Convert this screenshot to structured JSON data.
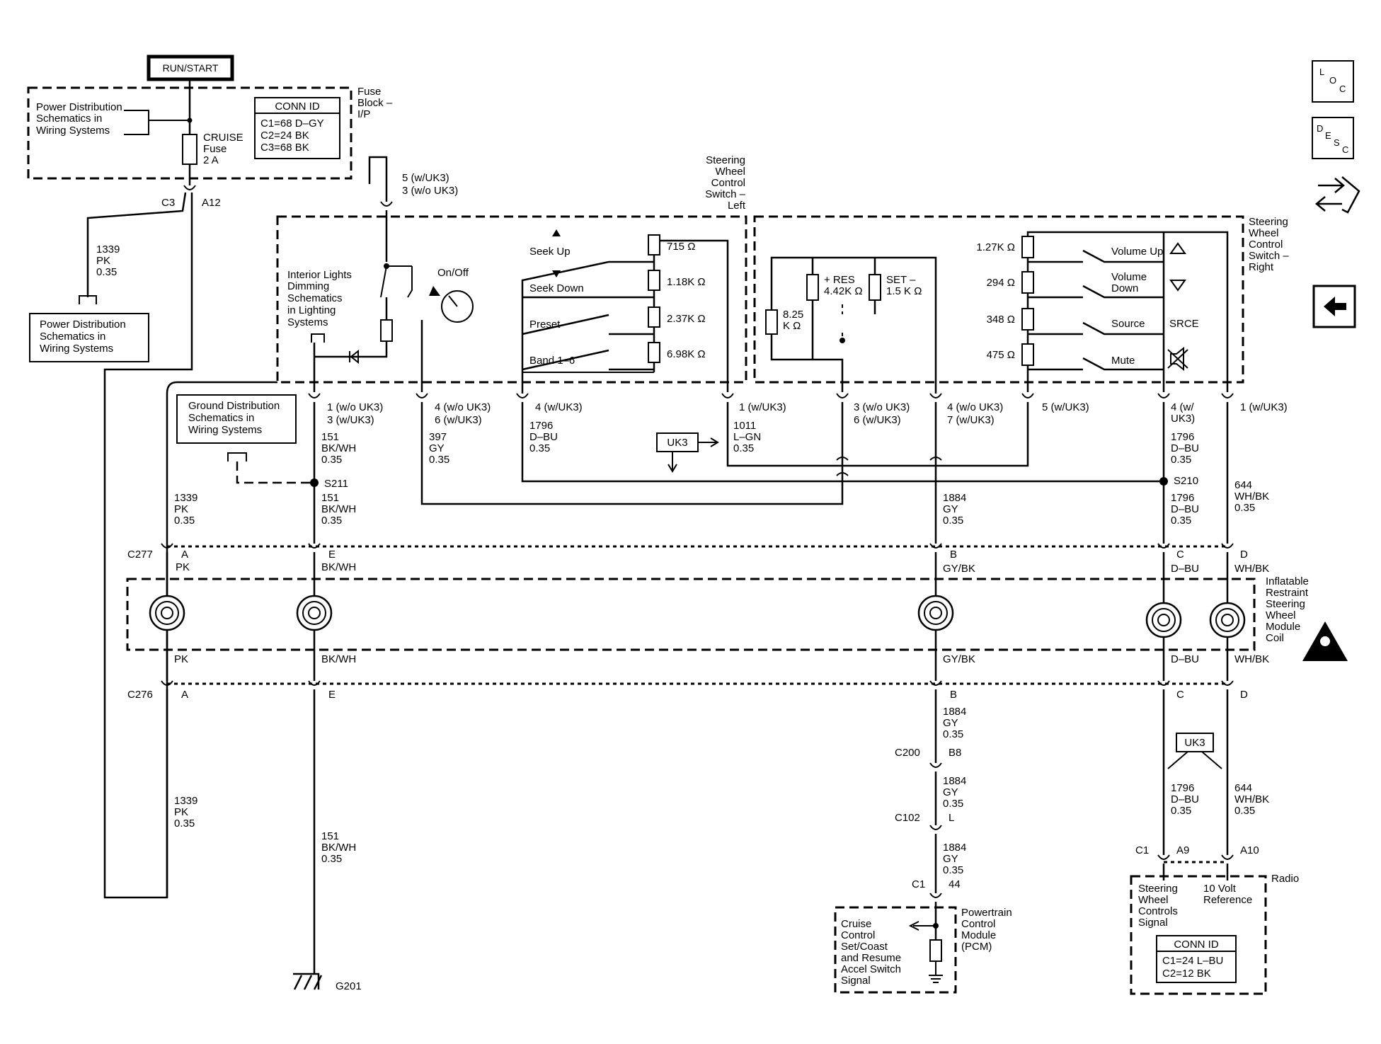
{
  "power": {
    "run_start": "RUN/START",
    "fuse_block": [
      "Fuse",
      "Block –",
      "I/P"
    ],
    "pd_top": [
      "Power Distribution",
      "Schematics in",
      "Wiring Systems"
    ],
    "pd_left": [
      "Power Distribution",
      "Schematics in",
      "Wiring Systems"
    ],
    "fuse": [
      "CRUISE",
      "Fuse",
      "2 A"
    ],
    "c3": "C3",
    "a12": "A12",
    "w1339": [
      "1339",
      "PK",
      "0.35"
    ]
  },
  "conn_fuse": {
    "title": "CONN ID",
    "rows": [
      "C1=68 D–GY",
      "C2=24 BK",
      "C3=68 BK"
    ]
  },
  "ground_dist": [
    "Ground Distribution",
    "Schematics in",
    "Wiring Systems"
  ],
  "swc_left": {
    "title": [
      "Steering",
      "Wheel",
      "Control",
      "Switch –",
      "Left"
    ],
    "interior": [
      "Interior Lights",
      "Dimming",
      "Schematics",
      "in Lighting",
      "Systems"
    ],
    "onoff": "On/Off",
    "pin5": [
      "5 (w/UK3)",
      "3 (w/o UK3)"
    ],
    "seek_up": "Seek Up",
    "seek_down": "Seek Down",
    "preset": "Preset",
    "band": "Band 1–6",
    "r715": "715 Ω",
    "r118": "1.18K Ω",
    "r237": "2.37K Ω",
    "r698": "6.98K Ω",
    "p1": [
      "1 (w/o UK3)",
      "3 (w/UK3)"
    ],
    "p4": [
      "4 (w/o UK3)",
      "6 (w/UK3)"
    ],
    "p4uk": "4 (w/UK3)",
    "p1uk": "1 (w/UK3)",
    "w151": [
      "151",
      "BK/WH",
      "0.35"
    ],
    "w397": [
      "397",
      "GY",
      "0.35"
    ],
    "w1796": [
      "1796",
      "D–BU",
      "0.35"
    ],
    "w1011": [
      "1011",
      "L–GN",
      "0.35"
    ],
    "uk3": "UK3"
  },
  "swc_right": {
    "title": [
      "Steering",
      "Wheel",
      "Control",
      "Switch –",
      "Right"
    ],
    "r825": [
      "8.25",
      "K Ω"
    ],
    "res": [
      "+ RES",
      "4.42K Ω"
    ],
    "set": [
      "SET –",
      "1.5 K Ω"
    ],
    "r127": "1.27K Ω",
    "r294": "294 Ω",
    "r348": "348 Ω",
    "r475": "475 Ω",
    "vol_up": "Volume Up",
    "vol_down": [
      "Volume",
      "Down"
    ],
    "source": "Source",
    "srce": "SRCE",
    "mute": "Mute",
    "p3": [
      "3 (w/o UK3)",
      "6 (w/UK3)"
    ],
    "p4": [
      "4 (w/o UK3)",
      "7 (w/UK3)"
    ],
    "p5": "5 (w/UK3)",
    "p4w": [
      "4 (w/",
      "UK3)"
    ],
    "p1w": "1 (w/UK3)",
    "w1796": [
      "1796",
      "D–BU",
      "0.35"
    ]
  },
  "mid": {
    "s211": "S211",
    "s210": "S210",
    "w1339": [
      "1339",
      "PK",
      "0.35"
    ],
    "w151": [
      "151",
      "BK/WH",
      "0.35"
    ],
    "w1884": [
      "1884",
      "GY",
      "0.35"
    ],
    "w1796": [
      "1796",
      "D–BU",
      "0.35"
    ],
    "w644": [
      "644",
      "WH/BK",
      "0.35"
    ]
  },
  "c277": {
    "id": "C277",
    "a": [
      "A",
      "PK"
    ],
    "e": [
      "E",
      "BK/WH"
    ],
    "b": [
      "B",
      "GY/BK"
    ],
    "c": [
      "C",
      "D–BU"
    ],
    "d": [
      "D",
      "WH/BK"
    ]
  },
  "coil": {
    "label": [
      "Inflatable",
      "Restraint",
      "Steering",
      "Wheel",
      "Module",
      "Coil"
    ],
    "pk": "PK",
    "bkwh": "BK/WH",
    "gybk": "GY/BK",
    "dbu": "D–BU",
    "whbk": "WH/BK"
  },
  "c276": {
    "id": "C276",
    "a": "A",
    "e": "E",
    "b": "B",
    "c": "C",
    "d": "D"
  },
  "lower": {
    "w1339": [
      "1339",
      "PK",
      "0.35"
    ],
    "w151": [
      "151",
      "BK/WH",
      "0.35"
    ],
    "g201": "G201",
    "w1884a": [
      "1884",
      "GY",
      "0.35"
    ],
    "c200": "C200",
    "b8": "B8",
    "w1884b": [
      "1884",
      "GY",
      "0.35"
    ],
    "c102": "C102",
    "l": "L",
    "w1884c": [
      "1884",
      "GY",
      "0.35"
    ],
    "c1": "C1",
    "p44": "44",
    "uk3": "UK3",
    "w1796": [
      "1796",
      "D–BU",
      "0.35"
    ],
    "w644": [
      "644",
      "WH/BK",
      "0.35"
    ],
    "c1r": "C1",
    "a9": "A9",
    "a10": "A10"
  },
  "pcm": {
    "title": [
      "Powertrain",
      "Control",
      "Module",
      "(PCM)"
    ],
    "signal": [
      "Cruise",
      "Control",
      "Set/Coast",
      "and Resume",
      "Accel Switch",
      "Signal"
    ]
  },
  "radio": {
    "title": "Radio",
    "swc": [
      "Steering",
      "Wheel",
      "Controls",
      "Signal"
    ],
    "ref": [
      "10 Volt",
      "Reference"
    ]
  },
  "conn_radio": {
    "title": "CONN ID",
    "rows": [
      "C1=24 L–BU",
      "C2=12 BK"
    ]
  },
  "nav": {
    "loc": [
      "L",
      "O",
      "C"
    ],
    "desc": [
      "D",
      "E",
      "S",
      "C"
    ]
  }
}
